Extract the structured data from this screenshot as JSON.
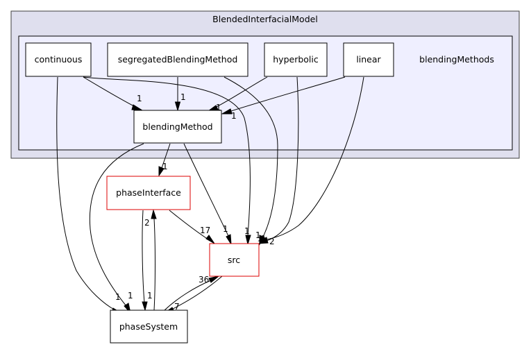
{
  "clusters": {
    "outer": {
      "label": "BlendedInterfacialModel",
      "fill": "#dfdfee",
      "stroke": "#3f3f3f"
    },
    "inner": {
      "label": "blendingMethods",
      "fill": "#efefff",
      "stroke": "#000000"
    }
  },
  "nodes": {
    "continuous": {
      "label": "continuous",
      "stroke": "#000000"
    },
    "segregatedBlendingMethod": {
      "label": "segregatedBlendingMethod",
      "stroke": "#000000"
    },
    "hyperbolic": {
      "label": "hyperbolic",
      "stroke": "#000000"
    },
    "linear": {
      "label": "linear",
      "stroke": "#000000"
    },
    "blendingMethod": {
      "label": "blendingMethod",
      "stroke": "#000000"
    },
    "phaseInterface": {
      "label": "phaseInterface",
      "stroke": "#dd0000"
    },
    "src": {
      "label": "src",
      "stroke": "#dd0000"
    },
    "phaseSystem": {
      "label": "phaseSystem",
      "stroke": "#000000"
    }
  },
  "edge_labels": {
    "continuous_blendingMethod": "1",
    "continuous_src": "1",
    "continuous_phaseSystem": "1",
    "segregated_blendingMethod": "1",
    "segregated_src": "1",
    "hyperbolic_blendingMethod": "1",
    "hyperbolic_src": "1",
    "linear_blendingMethod": "1",
    "linear_src": "2",
    "blendingMethod_phaseInterface": "1",
    "blendingMethod_src": "1",
    "blendingMethod_phaseSystem": "1",
    "phaseInterface_src": "17",
    "phaseInterface_phaseSystem": "1",
    "phaseSystem_phaseInterface": "2",
    "phaseSystem_src": "36",
    "src_phaseSystem": "7"
  }
}
